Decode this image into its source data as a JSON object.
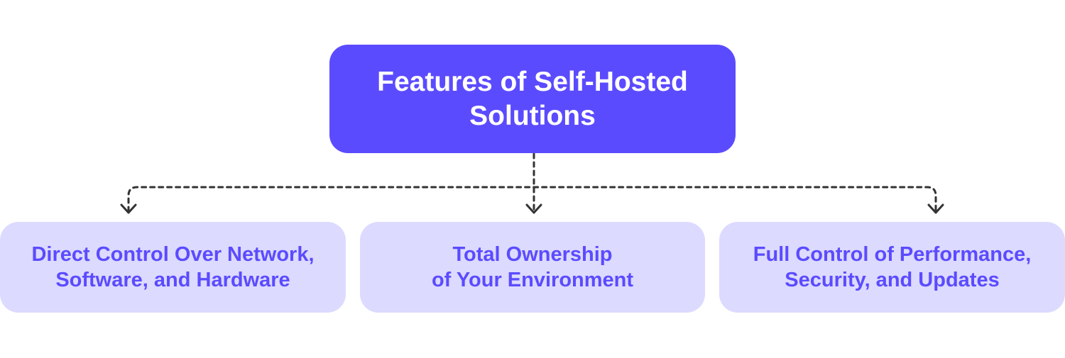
{
  "colors": {
    "root_fill": "#5b4bff",
    "root_text": "#ffffff",
    "child_fill": "#dcdaff",
    "child_text": "#5b4bff",
    "connector": "#333333"
  },
  "diagram": {
    "root": {
      "label": "Features of Self-Hosted\nSolutions"
    },
    "children": [
      {
        "label": "Direct Control Over Network,\nSoftware, and Hardware"
      },
      {
        "label": "Total Ownership\nof Your Environment"
      },
      {
        "label": "Full Control of Performance,\nSecurity, and Updates"
      }
    ]
  }
}
